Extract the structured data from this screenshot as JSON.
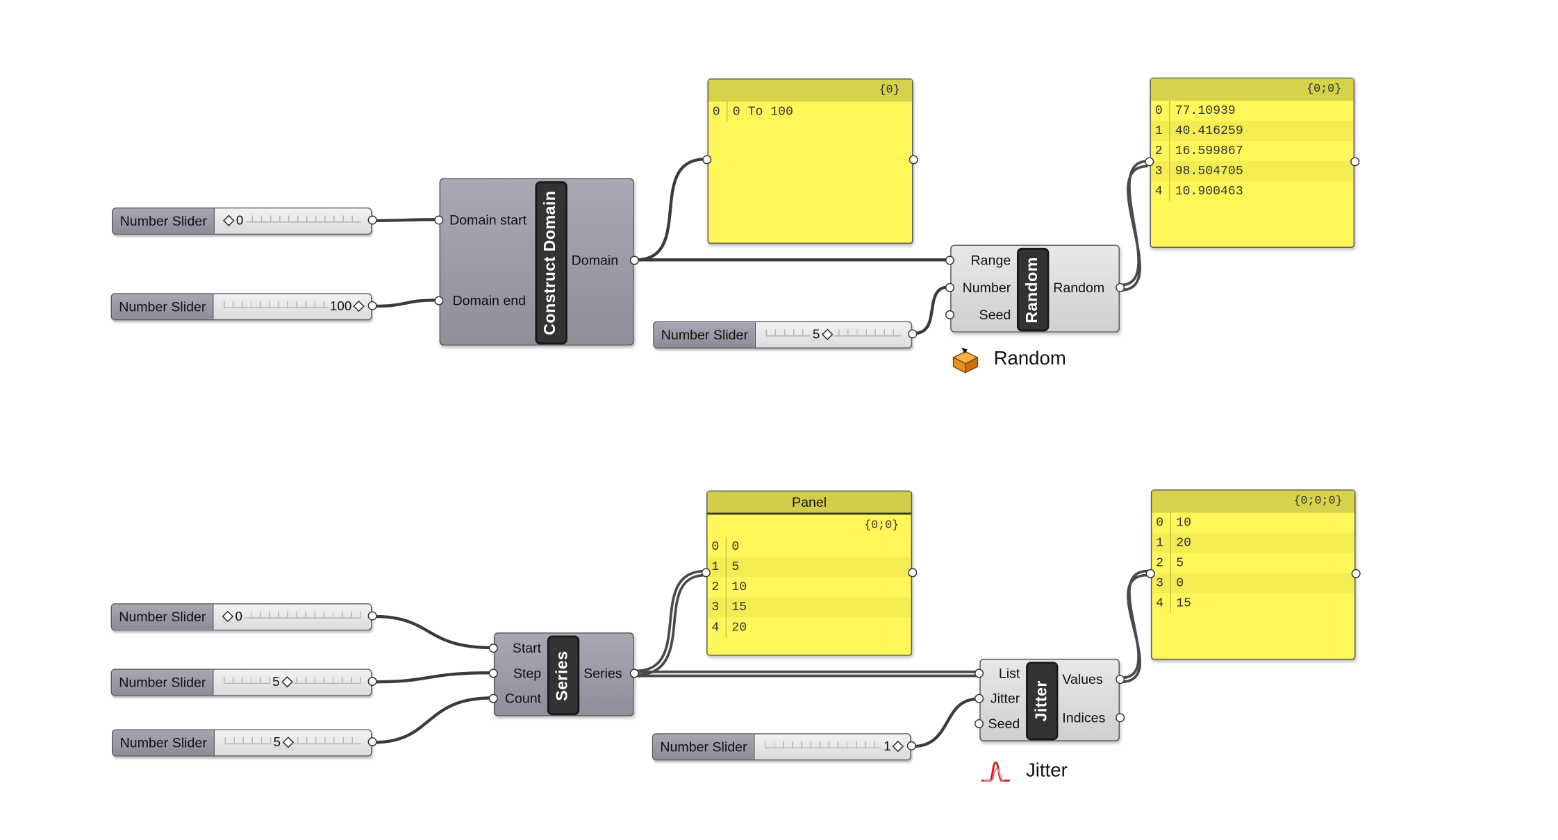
{
  "sliders": {
    "domain_start": {
      "label": "Number Slider",
      "value": "0"
    },
    "domain_end": {
      "label": "Number Slider",
      "value": "100"
    },
    "random_number": {
      "label": "Number Slider",
      "value": "5"
    },
    "series_start": {
      "label": "Number Slider",
      "value": "0"
    },
    "series_step": {
      "label": "Number Slider",
      "value": "5"
    },
    "series_count": {
      "label": "Number Slider",
      "value": "5"
    },
    "jitter_value": {
      "label": "Number Slider",
      "value": "1"
    }
  },
  "construct_domain": {
    "title": "Construct Domain",
    "inputs": [
      "Domain start",
      "Domain end"
    ],
    "outputs": [
      "Domain"
    ]
  },
  "random": {
    "title": "Random",
    "inputs": [
      "Range",
      "Number",
      "Seed"
    ],
    "outputs": [
      "Random"
    ],
    "caption": "Random",
    "icon": "random-dice-icon"
  },
  "series": {
    "title": "Series",
    "inputs": [
      "Start",
      "Step",
      "Count"
    ],
    "outputs": [
      "Series"
    ]
  },
  "jitter": {
    "title": "Jitter",
    "inputs": [
      "List",
      "Jitter",
      "Seed"
    ],
    "outputs": [
      "Values",
      "Indices"
    ],
    "caption": "Jitter",
    "icon": "jitter-curve-icon"
  },
  "panels": {
    "domain_panel": {
      "path": "{0}",
      "rows": [
        {
          "i": "0",
          "v": "0 To 100"
        }
      ]
    },
    "random_panel": {
      "path": "{0;0}",
      "rows": [
        {
          "i": "0",
          "v": "77.10939"
        },
        {
          "i": "1",
          "v": "40.416259"
        },
        {
          "i": "2",
          "v": "16.599867"
        },
        {
          "i": "3",
          "v": "98.504705"
        },
        {
          "i": "4",
          "v": "10.900463"
        }
      ]
    },
    "series_panel": {
      "title": "Panel",
      "path": "{0;0}",
      "rows": [
        {
          "i": "0",
          "v": "0"
        },
        {
          "i": "1",
          "v": "5"
        },
        {
          "i": "2",
          "v": "10"
        },
        {
          "i": "3",
          "v": "15"
        },
        {
          "i": "4",
          "v": "20"
        }
      ]
    },
    "jitter_panel": {
      "path": "{0;0;0}",
      "rows": [
        {
          "i": "0",
          "v": "10"
        },
        {
          "i": "1",
          "v": "20"
        },
        {
          "i": "2",
          "v": "5"
        },
        {
          "i": "3",
          "v": "0"
        },
        {
          "i": "4",
          "v": "15"
        }
      ]
    }
  },
  "colors": {
    "panel_yellow": "#fff75a",
    "panel_header": "#d6d24a",
    "component_dark": "#9a9aa6",
    "component_light": "#dcdcdc",
    "wire": "#3a3a3a"
  }
}
